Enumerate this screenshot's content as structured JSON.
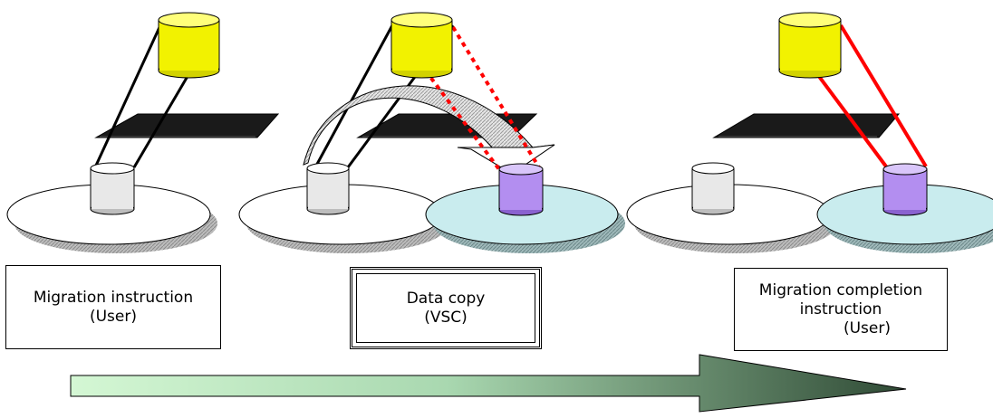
{
  "colors": {
    "primary_disk": "#f2f200",
    "old_volume": "#e8e8e8",
    "new_volume": "#b38ef0",
    "switch": "#1a1a1a",
    "copy_link": "#ff0000",
    "new_platter": "#c9ecee",
    "flow_arrow_start": "#d4f7d4",
    "flow_arrow_end": "#2f4a35"
  },
  "icons": [
    "database-cylinder-icon",
    "switch-icon",
    "volume-cylinder-icon",
    "storage-platter-icon",
    "copy-arc-arrow-icon",
    "flow-arrow-icon"
  ],
  "steps": [
    {
      "line1": "Migration instruction",
      "line2": "(User)"
    },
    {
      "line1": "Data copy",
      "line2": "(VSC)"
    },
    {
      "line1": "Migration completion",
      "line2": "instruction",
      "line3": "(User)"
    }
  ]
}
